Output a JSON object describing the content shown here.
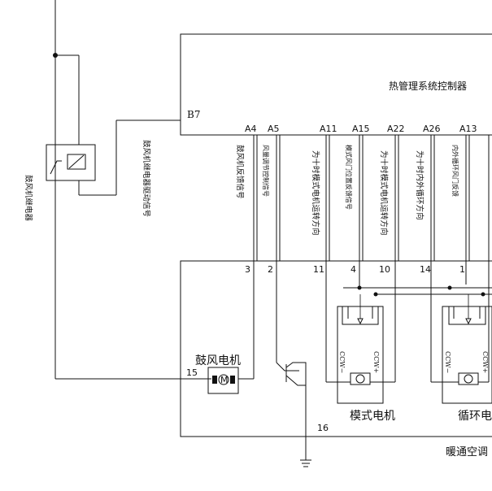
{
  "controller": {
    "title": "热管理系统控制器",
    "connector": "B7",
    "pins": [
      "A4",
      "A5",
      "A11",
      "A15",
      "A22",
      "A26",
      "A13"
    ]
  },
  "signals": [
    "鼓风机反馈信号",
    "风量调节控制信号",
    "为十时模式电机运转方向",
    "模式风门位置反馈信号",
    "为十时模式电机运转方向",
    "为十时内外循环方向",
    "内外循环风门反馈"
  ],
  "relay": {
    "label": "鼓风机继电器",
    "drive_signal": "鼓风机继电器驱动信号"
  },
  "hvac": {
    "title": "暖通空调",
    "pins": [
      "3",
      "2",
      "11",
      "4",
      "10",
      "14",
      "1"
    ],
    "blower_pin": "15",
    "ground_pin": "16"
  },
  "motors": {
    "blower": {
      "label": "鼓风电机",
      "symbol": "M"
    },
    "mode": {
      "label": "模式电机",
      "ccw_minus": "CCW−",
      "ccw_plus": "CCW+"
    },
    "recirc": {
      "label": "循环电",
      "ccw_minus": "CCW−",
      "ccw_plus": "CCW+"
    }
  }
}
